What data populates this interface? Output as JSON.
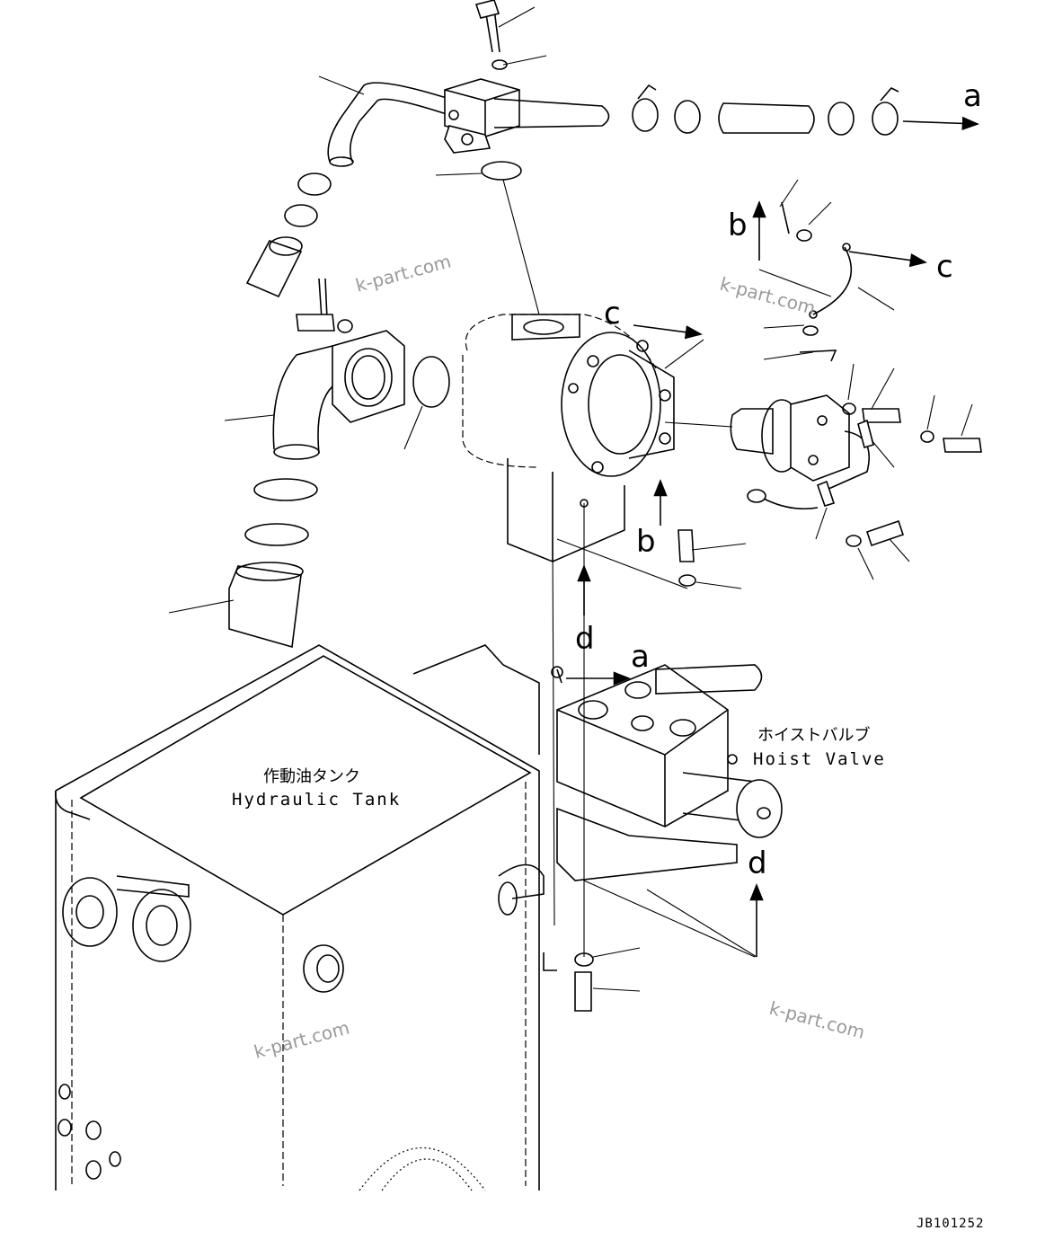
{
  "diagram": {
    "doc_id": "JB101252",
    "watermarks": [
      "k-part.com",
      "k-part.com",
      "k-part.com",
      "k-part.com"
    ],
    "labels": {
      "hydraulic_tank_jp": "作動油タンク",
      "hydraulic_tank_en": "Hydraulic Tank",
      "hoist_valve_jp": "ホイストバルブ",
      "hoist_valve_en": "Hoist Valve"
    },
    "callouts": {
      "a_top": "a",
      "a_mid": "a",
      "b_right": "b",
      "b_mid": "b",
      "c_right": "c",
      "c_mid": "c",
      "d_mid": "d",
      "d_right": "d"
    }
  }
}
